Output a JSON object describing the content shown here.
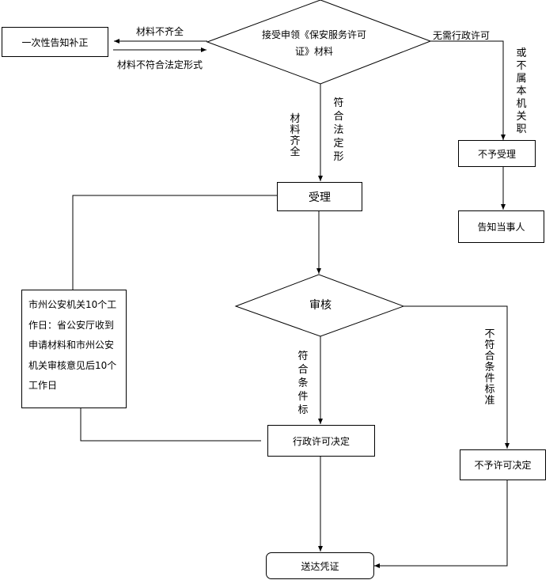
{
  "nodes": {
    "start": "接受申领《保安服务许可证》材料",
    "start_line1": "接受申领《保安服务许可",
    "start_line2": "证》材料",
    "correction": "一次性告知补正",
    "accept": "受理",
    "reject_accept": "不予受理",
    "notify": "告知当事人",
    "review": "审核",
    "decision": "行政许可决定",
    "deny": "不予许可决定",
    "deliver": "送达凭证",
    "time_note": [
      "市州公安机关10个工",
      "作日：省公安厅收到",
      "申请材料和市州公安",
      "机关审核意见后10个",
      "工作日"
    ]
  },
  "edges": {
    "incomplete": "材料不齐全",
    "nonconform": "材料不符合法定形式",
    "no_permit": "无需行政许可",
    "not_jurisdiction": "或不属本机关职",
    "complete": "材料齐全",
    "conform": "符合法定形",
    "meets": "符合条件标",
    "not_meets": "不符合条件标准"
  }
}
